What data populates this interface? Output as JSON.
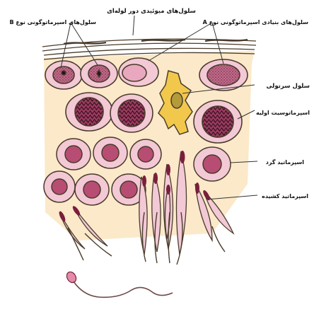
{
  "labels": {
    "myoid": "سلول‌های میوئیدی دور لوله‌ای",
    "spermatogonia_a": "سلول‌های بنیادی اسپرماتوگونی نوع A",
    "spermatogonia_b": "سلول‌های اسپرماتوگونی نوع B",
    "sertoli": "سلول سرتولی",
    "primary_spermatocyte": "اسپرماتوسیت اولیه",
    "round_spermatid": "اسپرماتید گرد",
    "elongated_spermatid": "اسپرماتید کشیده"
  },
  "colors": {
    "cytoplasm": "#f3c9d6",
    "nucleus": "#b84d73",
    "chromatin": "#3a1a26",
    "sertoli": "#f2c84c",
    "background_tissue": "#fbe9c9",
    "membrane": "#4a3c2c"
  }
}
